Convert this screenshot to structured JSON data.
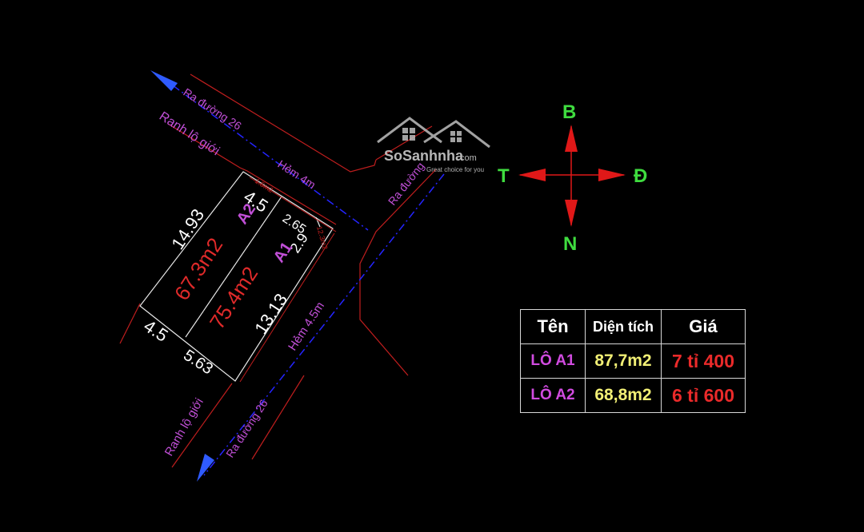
{
  "roads": {
    "ra_duong_26_top": "Ra đường 26",
    "ranh_lo_gioi_top": "Ranh lộ giới",
    "hem_4m": "Hẻm 4m",
    "ra_duong_right": "Ra đường",
    "hem_4_5m": "Hẻm 4.5m",
    "ranh_lo_gioi_bottom": "Ranh lộ giới",
    "ra_duong_26_bottom": "Ra đường 26"
  },
  "parcels": {
    "a2": {
      "name": "A2",
      "area": "67.3m2",
      "side_left": "14.93",
      "side_top": "4.5",
      "side_bottom": "4.5"
    },
    "a1": {
      "name": "A1",
      "area": "75.4m2",
      "side_right": "13.13",
      "side_bottom": "5.63",
      "side_top": "2.65",
      "side_corner": "2.9"
    },
    "small_dims": {
      "top": "1.5m2",
      "corner": "12.3m2"
    }
  },
  "compass": {
    "north": "B",
    "south": "N",
    "east": "Đ",
    "west": "T"
  },
  "watermark": {
    "brand": "SoSanhnha",
    "domain": ".com",
    "tagline": "Great choice for you"
  },
  "table": {
    "headers": {
      "name": "Tên",
      "area": "Diện tích",
      "price": "Giá"
    },
    "rows": [
      {
        "name": "LÔ A1",
        "area": "87,7m2",
        "price": "7 tỉ 400"
      },
      {
        "name": "LÔ A2",
        "area": "68,8m2",
        "price": "6 tỉ 600"
      }
    ]
  },
  "colors": {
    "background": "#000000",
    "road_edge": "#c01e1e",
    "centerline": "#2424ff",
    "road_label": "#c04fd6",
    "parcel_line": "#e8e8e8",
    "area_label": "#e02a2a",
    "compass_arrow": "#e01818",
    "compass_letter": "#3fdc3f",
    "table_border": "#d8d8d8"
  }
}
